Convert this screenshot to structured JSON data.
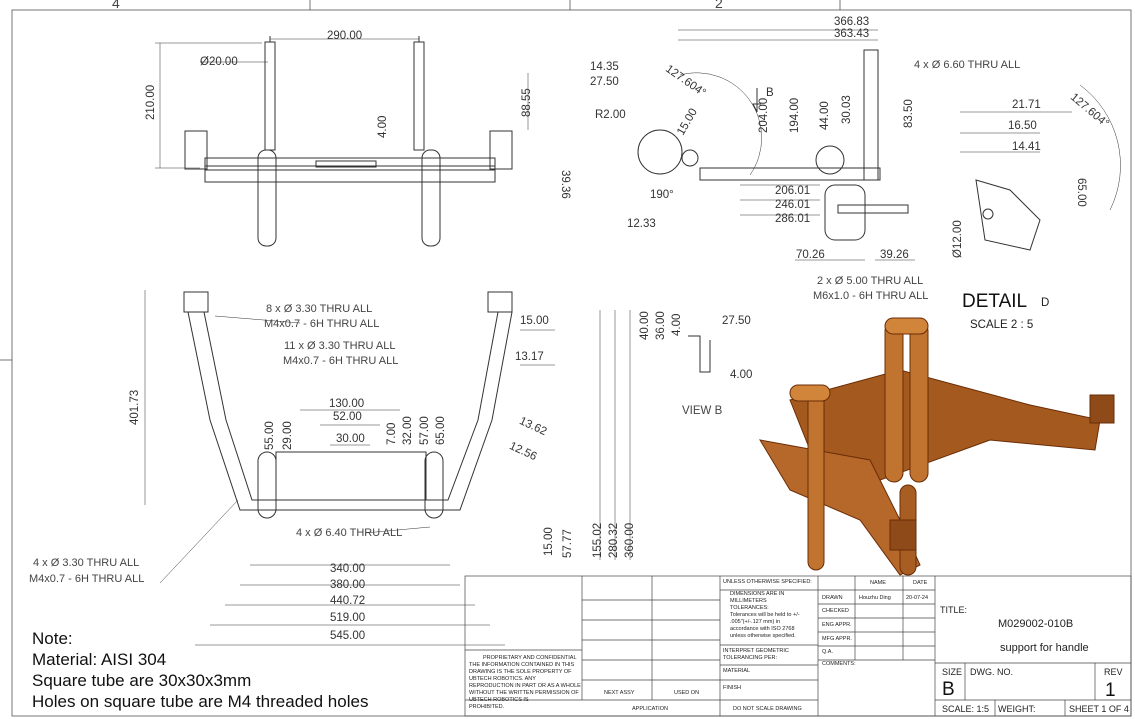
{
  "zones": {
    "z4": "4",
    "z2": "2"
  },
  "top_view": {
    "d290": "290.00",
    "d20": "Ø20.00",
    "d210": "210.00",
    "d88": "88.55",
    "d4": "4.00"
  },
  "side_view": {
    "d366": "366.83",
    "d363": "363.43",
    "d14": "14.35",
    "d27": "27.50",
    "d127a": "127.604°",
    "b_label": "B",
    "r2": "R2.00",
    "d15": "15.00",
    "d204": "204.00",
    "d194": "194.00",
    "d44": "44.00",
    "d30": "30.03",
    "d83": "83.50",
    "d39": "39.36",
    "d190": "190°",
    "d206": "206.01",
    "d246": "246.01",
    "d286": "286.01",
    "d12": "12.33",
    "d70": "70.26",
    "d39b": "39.26",
    "note_holes4": "4 x Ø 6.60 THRU ALL"
  },
  "detail_d": {
    "d127b": "127.604°",
    "d21": "21.71",
    "d16": "16.50",
    "d14": "14.41",
    "d65": "65.00",
    "d12": "Ø12.00",
    "c1": "2 x Ø 5.00 THRU ALL",
    "c2": "M6x1.0 - 6H THRU ALL",
    "title": "DETAIL",
    "letter": "D",
    "scale": "SCALE 2 : 5"
  },
  "front_view": {
    "c8a": "8 x Ø 3.30 THRU ALL",
    "c8b": "M4x0.7 - 6H THRU ALL",
    "c11a": "11 x Ø 3.30 THRU ALL",
    "c11b": "M4x0.7 - 6H THRU ALL",
    "d401": "401.73",
    "d130": "130.00",
    "d52": "52.00",
    "d30": "30.00",
    "d55": "55.00",
    "d29": "29.00",
    "d7": "7.00",
    "d32": "32.00",
    "d57": "57.00",
    "d65": "65.00",
    "d15a": "15.00",
    "d13": "13.17",
    "d13b": "13.62",
    "d12": "12.56",
    "d40": "40.00",
    "d36": "36.00",
    "d4": "4.00",
    "d275": "27.50",
    "d4b": "4.00",
    "view_b": "VIEW B",
    "c4b": "4 x Ø 6.40 THRU ALL",
    "c4a": "4 x Ø 3.30 THRU ALL",
    "c4c": "M4x0.7 - 6H THRU ALL",
    "d15b": "15.00",
    "d57b": "57.77",
    "d155": "155.02",
    "d280": "280.32",
    "d360": "360.00",
    "d340": "340.00",
    "d380": "380.00",
    "d440": "440.72",
    "d519": "519.00",
    "d545": "545.00"
  },
  "notes": [
    "Note:",
    "Material: AISI 304",
    "Square tube are 30x30x3mm",
    "Holes on square tube are M4 threaded holes"
  ],
  "title_block": {
    "unless": "UNLESS OTHERWISE SPECIFIED:",
    "dims": "DIMENSIONS ARE IN",
    "mm": "MILLIMETERS",
    "tol": "TOLERANCES:",
    "tol1": "Tolerances will be held to +/-",
    "tol2": ".005\"(+/-.127 mm) in",
    "tol3": "accordance with ISO 2768",
    "tol4": "unless otherwise specified.",
    "interpret": "INTERPRET GEOMETRIC",
    "toler": "TOLERANCING PER:",
    "material": "MATERIAL",
    "finish": "FINISH",
    "noscale": "DO NOT SCALE DRAWING",
    "name": "NAME",
    "date": "DATE",
    "drawn": "DRAWN",
    "drawn_name": "Houzhu Ding",
    "drawn_date": "20-07-24",
    "checked": "CHECKED",
    "eng": "ENG APPR.",
    "mfg": "MFG APPR.",
    "qa": "Q.A.",
    "comments": "COMMENTS:",
    "prop1": "PROPRIETARY AND CONFIDENTIAL",
    "prop2": "THE INFORMATION CONTAINED IN THIS",
    "prop3": "DRAWING IS THE SOLE PROPERTY OF",
    "prop4": "UBTECH ROBOTICS.  ANY",
    "prop5": "REPRODUCTION IN PART OR AS A WHOLE",
    "prop6": "WITHOUT THE WRITTEN PERMISSION OF",
    "prop7": "UBTECH ROBOTICS IS",
    "prop8": "PROHIBITED.",
    "next_assy": "NEXT ASSY",
    "used_on": "USED ON",
    "application": "APPLICATION",
    "title_lbl": "TITLE:",
    "part_no": "M029002-010B",
    "part_name": "support for handle",
    "size_lbl": "SIZE",
    "dwg_no_lbl": "DWG.  NO.",
    "rev_lbl": "REV",
    "size": "B",
    "rev": "1",
    "scale": "SCALE: 1:5",
    "weight": "WEIGHT:",
    "sheet": "SHEET 1 OF 4"
  }
}
